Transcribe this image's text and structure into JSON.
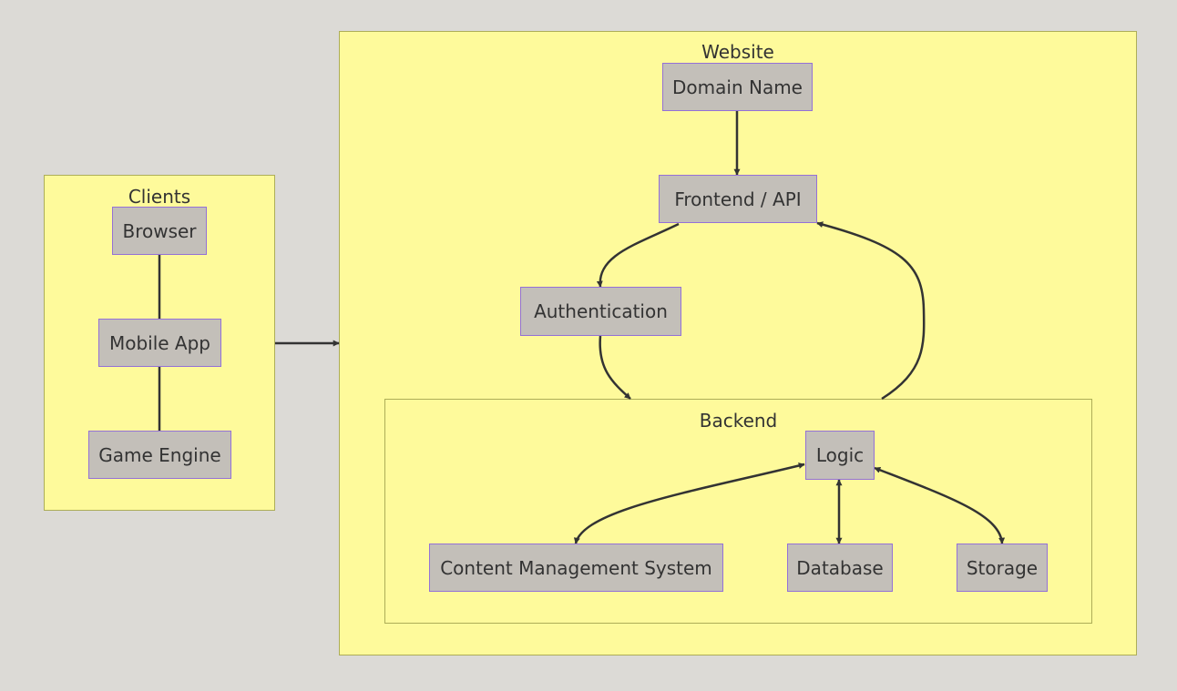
{
  "colors": {
    "background": "#dcdad6",
    "cluster_fill": "#fefa9b",
    "cluster_border": "#adad58",
    "node_fill": "#c3bfb9",
    "node_border": "#9471d6",
    "edge": "#333333"
  },
  "clusters": {
    "clients": {
      "title": "Clients"
    },
    "website": {
      "title": "Website"
    },
    "backend": {
      "title": "Backend"
    }
  },
  "nodes": {
    "browser": "Browser",
    "mobile_app": "Mobile App",
    "game_engine": "Game Engine",
    "domain_name": "Domain Name",
    "frontend_api": "Frontend / API",
    "authentication": "Authentication",
    "logic": "Logic",
    "cms": "Content Management System",
    "database": "Database",
    "storage": "Storage"
  },
  "edges": [
    {
      "from": "browser",
      "to": "mobile_app",
      "arrow": "none"
    },
    {
      "from": "mobile_app",
      "to": "game_engine",
      "arrow": "none"
    },
    {
      "from": "clients",
      "to": "website",
      "arrow": "end"
    },
    {
      "from": "domain_name",
      "to": "frontend_api",
      "arrow": "end"
    },
    {
      "from": "frontend_api",
      "to": "authentication",
      "arrow": "end"
    },
    {
      "from": "authentication",
      "to": "backend",
      "arrow": "end"
    },
    {
      "from": "backend",
      "to": "frontend_api",
      "arrow": "end"
    },
    {
      "from": "logic",
      "to": "cms",
      "arrow": "both"
    },
    {
      "from": "logic",
      "to": "database",
      "arrow": "both"
    },
    {
      "from": "logic",
      "to": "storage",
      "arrow": "both"
    }
  ]
}
